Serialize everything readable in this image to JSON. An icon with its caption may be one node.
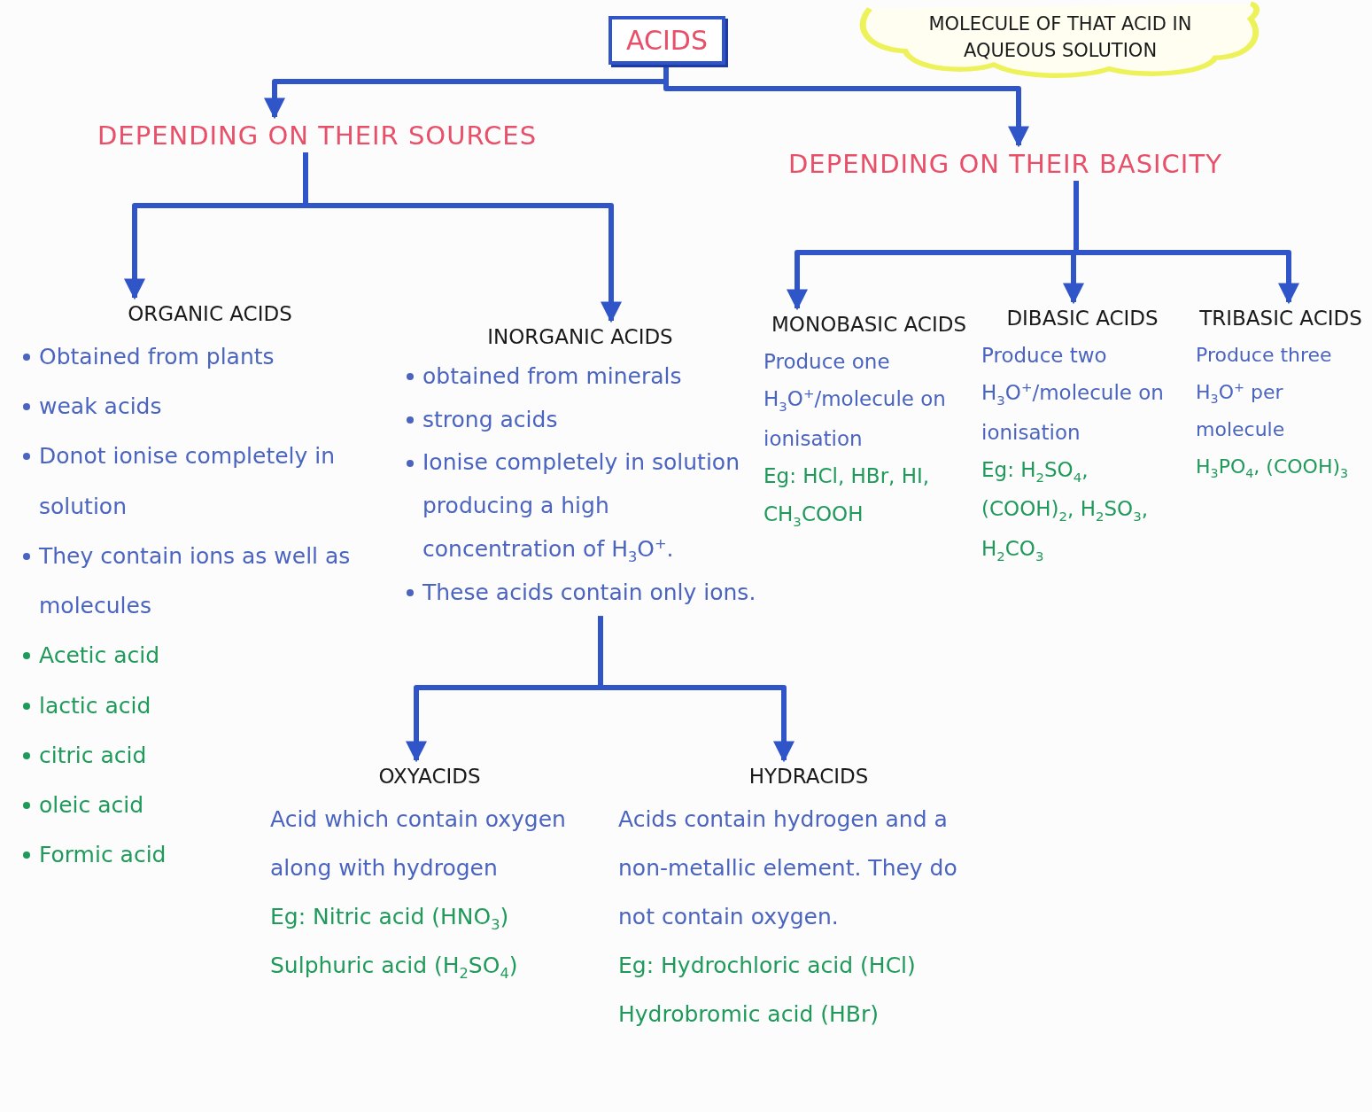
{
  "diagram": {
    "nodes": [
      {
        "text": [
          "ACIDS"
        ]
      },
      {
        "text": [
          "DEPENDING ON THEIR SOURCES"
        ]
      },
      {
        "text": [
          "DEPENDING ON THEIR BASICITY"
        ]
      },
      {
        "text": [
          "MOLECULE OF THAT ACID IN AQUEOUS SOLUTION"
        ]
      },
      {
        "text": [
          "ORGANIC ACIDS",
          "Obtained from plants",
          "weak acids",
          "Donot ionise completely in solution",
          "They contain ions as well as molecules",
          "Acetic acid",
          "lactic acid",
          "citric acid",
          "oleic acid",
          "Formic acid"
        ]
      },
      {
        "text": [
          "INORGANIC ACIDS",
          "obtained from minerals",
          "strong acids",
          "Ionise completely in solution producing a high concentration of H$_{3}$O$^{+}$.",
          "These acids contain only ions."
        ]
      },
      {
        "text": [
          "MONOBASIC ACIDS",
          "Produce one H$_{3}$O$^{+}$/molecule on ionisation",
          "Eg: HCl, HBr, HI, CH$_{3}$COOH"
        ]
      },
      {
        "text": [
          "DIBASIC ACIDS",
          "Produce two H$_{3}$O$^{+}$/molecule on ionisation",
          "Eg: H$_{2}$SO$_{4}$, (COOH)$_{2}$, H$_{2}$SO$_{3}$, H$_{2}$CO$_{3}$"
        ]
      },
      {
        "text": [
          "TRIBASIC ACIDS",
          "Produce three H$_{3}$O$^{+}$ per molecule",
          "H$_{3}$PO$_{4}$, (COOH)$_{3}$"
        ]
      },
      {
        "text": [
          "OXYACIDS",
          "Acid which contain oxygen along with hydrogen",
          "Eg: Nitric acid (HNO$_{3}$)",
          "Sulphuric acid (H$_{2}$SO$_{4}$)"
        ]
      },
      {
        "text": [
          "HYDRACIDS",
          "Acids contain hydrogen and a non-metallic element. They do not contain oxygen.",
          "Eg: Hydrochloric acid (HCl)",
          "Hydrobromic acid (HBr)"
        ]
      }
    ],
    "edges": [
      {
        "from": 0,
        "to": 1,
        "arrow": "to"
      },
      {
        "from": 0,
        "to": 2,
        "arrow": "to"
      },
      {
        "from": 1,
        "to": 4,
        "arrow": "to"
      },
      {
        "from": 1,
        "to": 5,
        "arrow": "to"
      },
      {
        "from": 2,
        "to": 6,
        "arrow": "to"
      },
      {
        "from": 2,
        "to": 7,
        "arrow": "to"
      },
      {
        "from": 2,
        "to": 8,
        "arrow": "to"
      },
      {
        "from": 5,
        "to": 9,
        "arrow": "to"
      },
      {
        "from": 5,
        "to": 10,
        "arrow": "to"
      }
    ]
  }
}
